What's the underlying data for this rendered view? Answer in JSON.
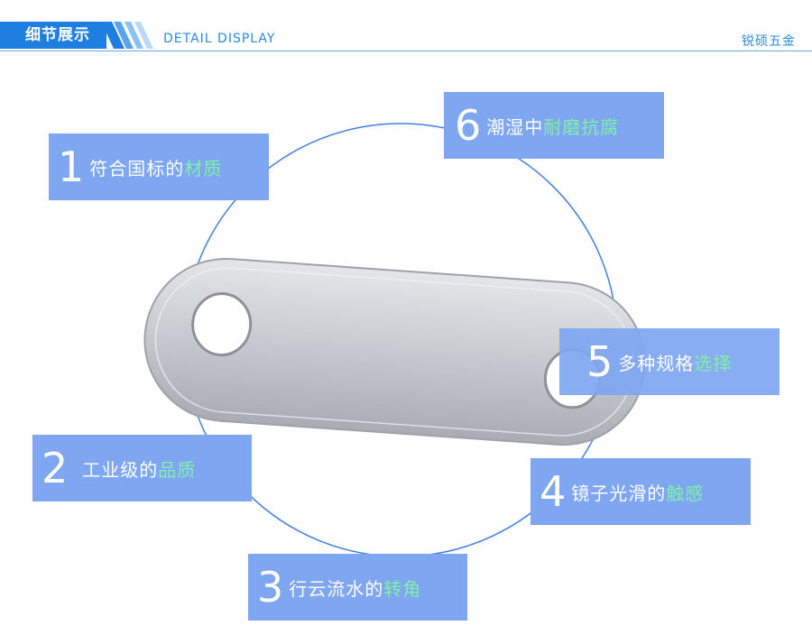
{
  "header": {
    "tab_label": "细节展示",
    "subtitle": "DETAIL DISPLAY",
    "brand": "锐硕五金"
  },
  "features": [
    {
      "num": "1",
      "text": "符合国标的",
      "highlight": "材质"
    },
    {
      "num": "6",
      "text": "潮湿中",
      "highlight": "耐磨抗腐"
    },
    {
      "num": "5",
      "text": "多种规格",
      "highlight": "选择"
    },
    {
      "num": "2",
      "text": "工业级的",
      "highlight": "品质"
    },
    {
      "num": "4",
      "text": "镜子光滑的",
      "highlight": "触感"
    },
    {
      "num": "3",
      "text": "行云流水的",
      "highlight": "转角"
    }
  ],
  "colors": {
    "primary_blue": "#1f7fe0",
    "card_blue": "#7ea6f1",
    "highlight_green": "#7ff0a8",
    "ring_blue": "#3f7fe3"
  }
}
